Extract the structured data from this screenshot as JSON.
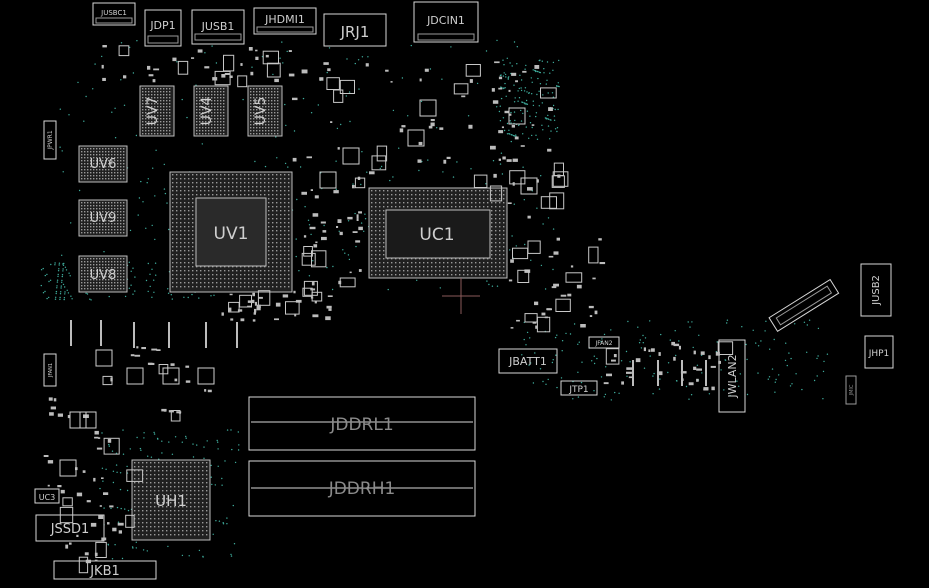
{
  "components": {
    "JUSBC1": "JUSBC1",
    "JDP1": "JDP1",
    "JUSB1": "JUSB1",
    "JHDMI1": "JHDMI1",
    "JRJ1": "JRJ1",
    "JDCIN1": "JDCIN1",
    "UV7": "UV7",
    "UV4": "UV4",
    "UV5": "UV5",
    "JPWR1": "JPWR1",
    "UV6": "UV6",
    "UV9": "UV9",
    "UV8": "UV8",
    "UV1": "UV1",
    "UC1": "UC1",
    "JUSB2": "JUSB2",
    "JHP1": "JHP1",
    "JBATT1": "JBATT1",
    "JFAN2": "JFAN2",
    "JTP1": "JTP1",
    "JWLAN2": "JWLAN2",
    "JFAN1": "JFAN1",
    "JDDRL1": "JDDRL1",
    "JDDRH1": "JDDRH1",
    "UH1": "UH1",
    "UC3": "UC3",
    "JSSD1": "JSSD1",
    "JKB1": "JKB1",
    "JMIC": "JMIC"
  }
}
